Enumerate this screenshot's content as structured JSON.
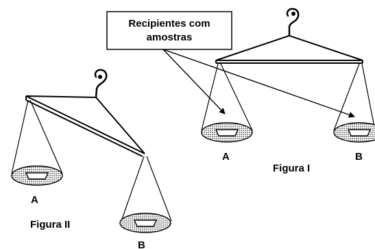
{
  "callout": {
    "line1": "Recipientes com",
    "line2": "amostras"
  },
  "figure_1": {
    "caption": "Figura I",
    "pan_left_label": "A",
    "pan_right_label": "B"
  },
  "figure_2": {
    "caption": "Figura II",
    "pan_left_label": "A",
    "pan_right_label": "B"
  },
  "colors": {
    "ink": "#000000",
    "background": "#ffffff"
  }
}
